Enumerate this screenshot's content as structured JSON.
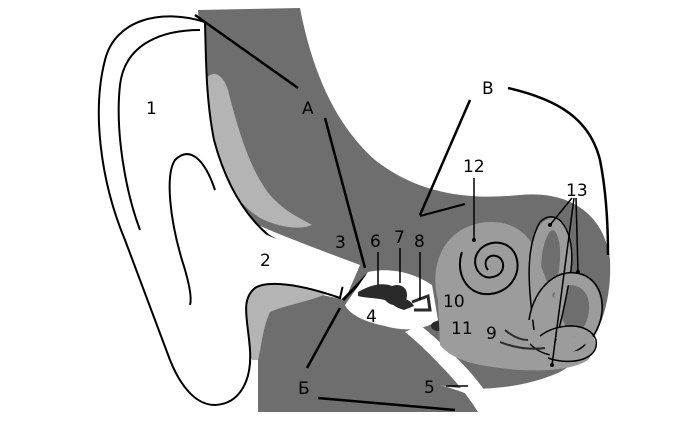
{
  "labels": {
    "l1": "1",
    "l2": "2",
    "l3": "3",
    "l4": "4",
    "l5": "5",
    "l6": "6",
    "l7": "7",
    "l8": "8",
    "l9": "9",
    "l10": "10",
    "l11": "11",
    "l12": "12",
    "l13": "13"
  },
  "zones": {
    "a": "А",
    "b": "Б",
    "v": "В"
  },
  "colors": {
    "skin": "#ffffff",
    "bone": "#6e6e6e",
    "cartilage": "#b4b4b4",
    "inner": "#9c9c9c",
    "ossicle": "#2a2a2a",
    "line": "#000000"
  }
}
